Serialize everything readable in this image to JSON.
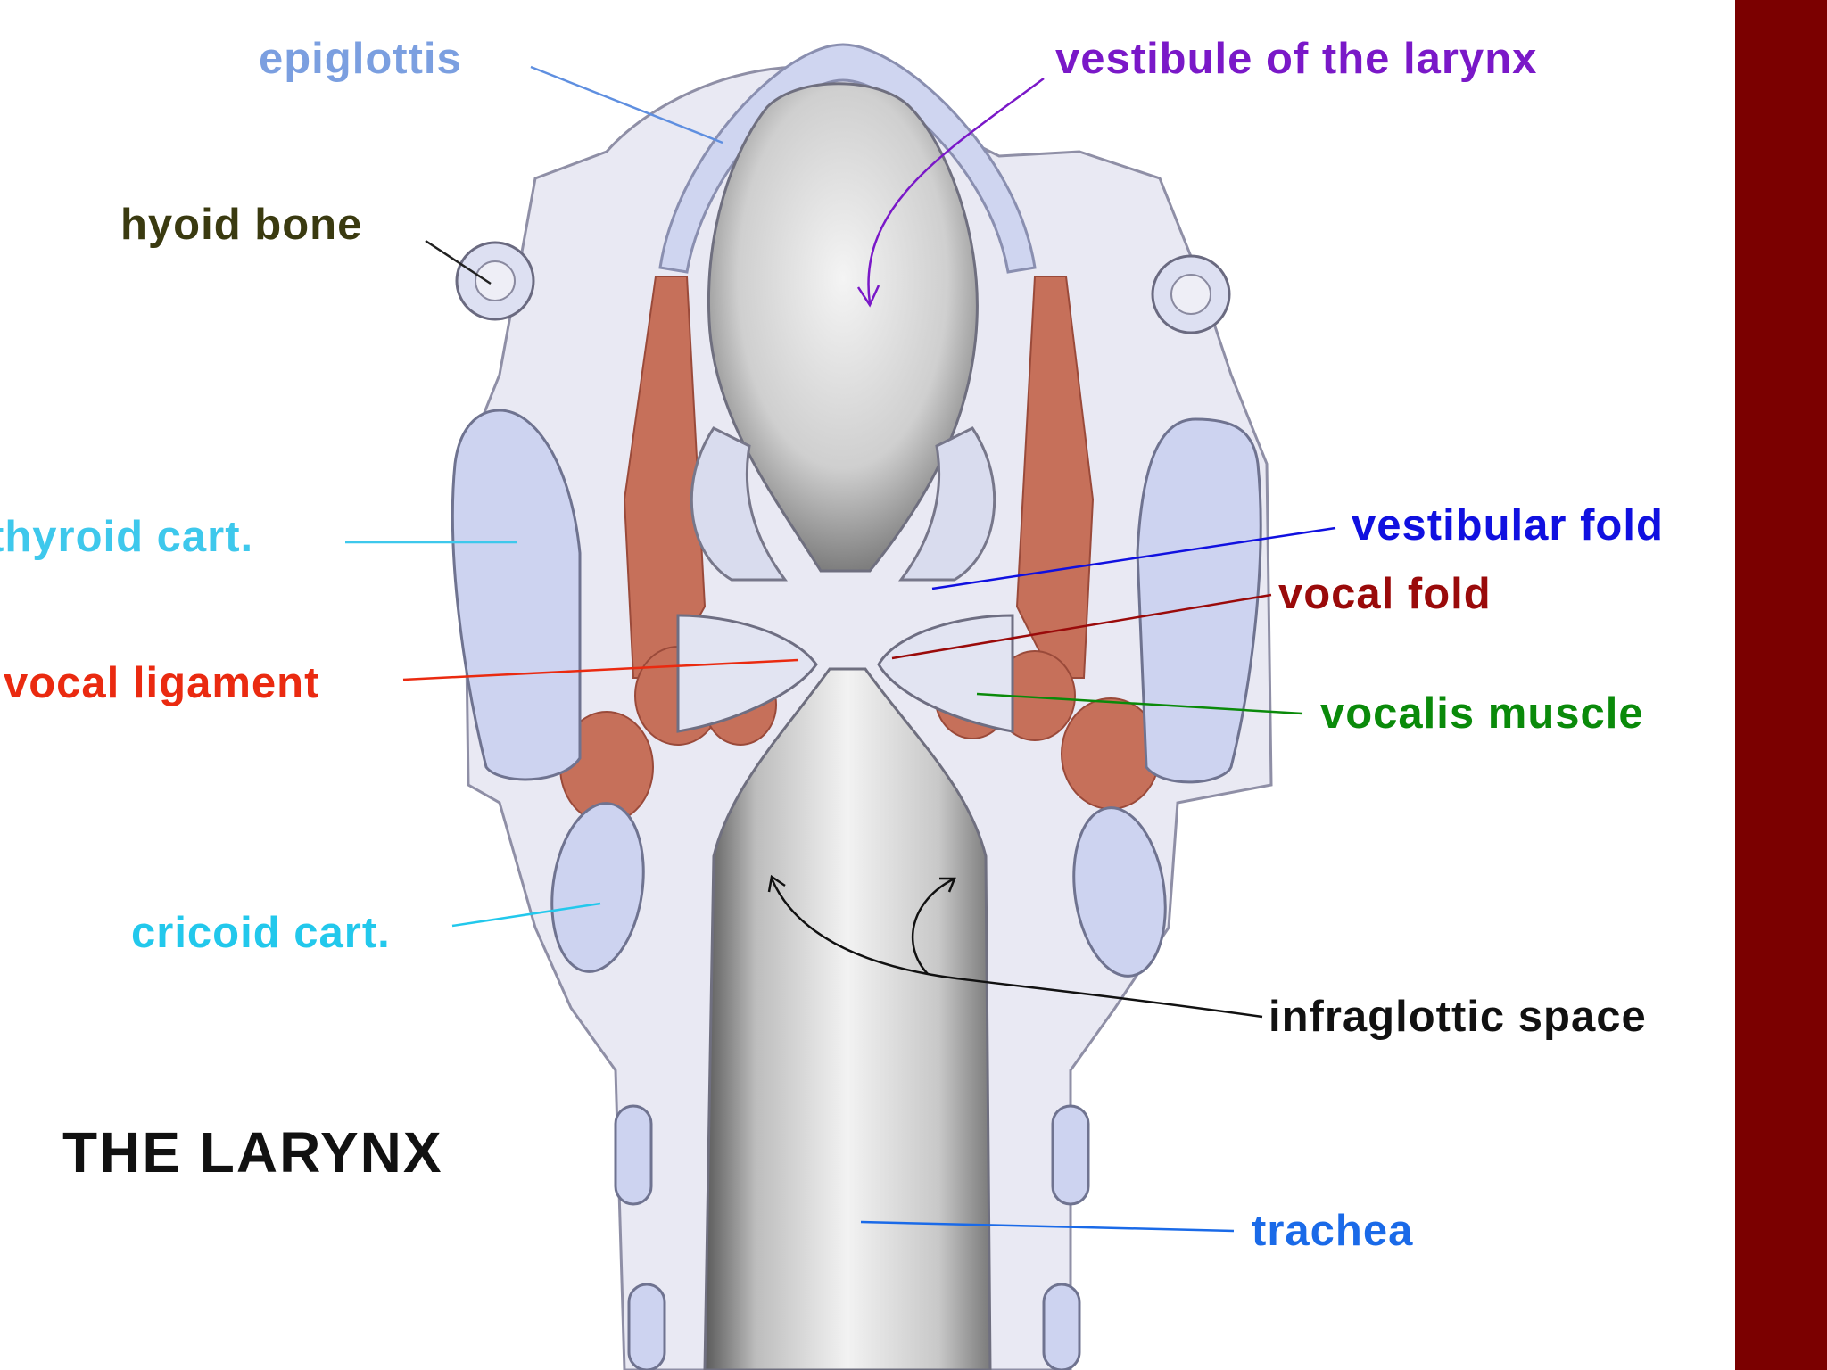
{
  "title": {
    "text": "THE LARYNX",
    "color": "#111111"
  },
  "labels": {
    "epiglottis": {
      "text": "epiglottis",
      "color": "#7b9fe0"
    },
    "vestibule": {
      "text": "vestibule of the larynx",
      "color": "#7a18c8"
    },
    "hyoid": {
      "text": "hyoid bone",
      "color": "#3a3a10"
    },
    "thyroid": {
      "text": "thyroid cart.",
      "color": "#3ec8ec"
    },
    "vestibular_fold": {
      "text": "vestibular fold",
      "color": "#1010e0"
    },
    "vocal_fold": {
      "text": "vocal fold",
      "color": "#9a0a0a"
    },
    "vocal_ligament": {
      "text": "vocal ligament",
      "color": "#ea2a10"
    },
    "vocalis": {
      "text": "vocalis muscle",
      "color": "#0a8a0a"
    },
    "cricoid": {
      "text": "cricoid cart.",
      "color": "#22c8ec"
    },
    "infraglottic": {
      "text": "infraglottic space",
      "color": "#111111"
    },
    "trachea": {
      "text": "trachea",
      "color": "#1a6ae8"
    }
  },
  "colors": {
    "sidebar": "#7b0000",
    "tissue": "#e8e8f2",
    "cartilage": "#cdd3f0",
    "muscle": "#c86a52",
    "lumen": "#c9c9c9"
  }
}
